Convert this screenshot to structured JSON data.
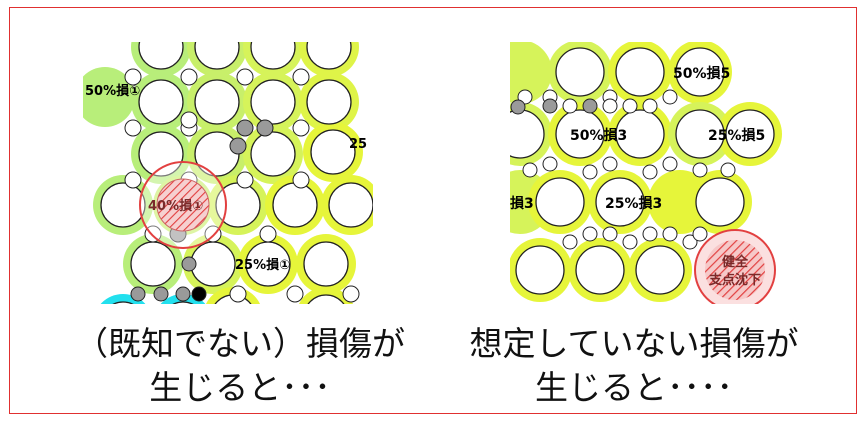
{
  "left_panel": {
    "labels": [
      "50%損①",
      "25",
      "40%損①",
      "25%損①"
    ],
    "caption_line1": "（既知でない）損傷が",
    "caption_line2": "生じると･･･"
  },
  "right_panel": {
    "labels": [
      "50%損5",
      "50%損3",
      "25%損5",
      "損3",
      "25%損3",
      "健全",
      "支点沈下"
    ],
    "caption_line1": "想定していない損傷が",
    "caption_line2": "生じると････"
  },
  "colors": {
    "frame": "#e03030",
    "halo_green": "#b8ee7a",
    "halo_yellow": "#e6f53a",
    "damage_red": "#e24040",
    "small_gray": "#9a9a9a",
    "cyan": "#22e0ee"
  }
}
